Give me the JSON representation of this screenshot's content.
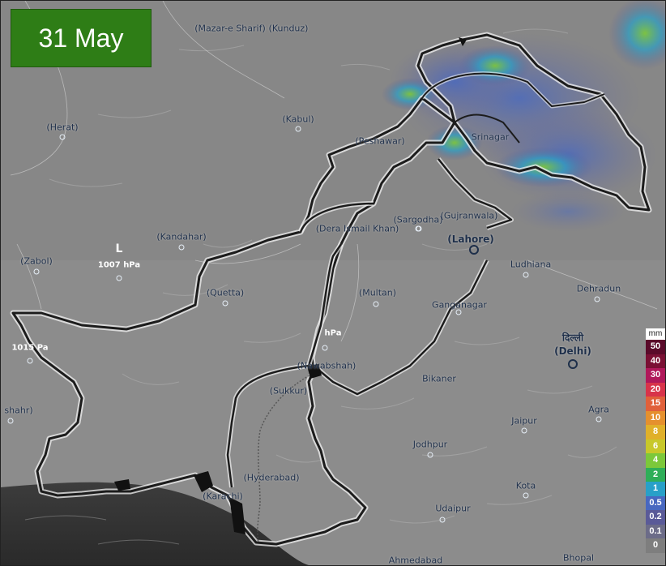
{
  "date_label": "31 May",
  "legend": {
    "unit": "mm",
    "items": [
      {
        "value": "50",
        "color": "#5a0a2a"
      },
      {
        "value": "40",
        "color": "#7a1034"
      },
      {
        "value": "30",
        "color": "#b0185a"
      },
      {
        "value": "20",
        "color": "#d8334a"
      },
      {
        "value": "15",
        "color": "#e0603a"
      },
      {
        "value": "10",
        "color": "#e5902e"
      },
      {
        "value": "8",
        "color": "#e0b02a"
      },
      {
        "value": "6",
        "color": "#c8c82a"
      },
      {
        "value": "4",
        "color": "#7cc83a"
      },
      {
        "value": "2",
        "color": "#2fae58"
      },
      {
        "value": "1",
        "color": "#28a0c8"
      },
      {
        "value": "0.5",
        "color": "#4868c0"
      },
      {
        "value": "0.2",
        "color": "#5a5a98"
      },
      {
        "value": "0.1",
        "color": "#6c6c88"
      },
      {
        "value": "0",
        "color": "#7e7e7e"
      }
    ]
  },
  "pressure": {
    "low_symbol": "L",
    "low_value": "1007 hPa",
    "west_value": "1015 Pa",
    "center_value": "hPa"
  },
  "places": [
    {
      "id": "mazar",
      "label": "(Mazar-e Sharif)"
    },
    {
      "id": "kunduz",
      "label": "(Kunduz)"
    },
    {
      "id": "herat",
      "label": "(Herat)"
    },
    {
      "id": "kabul",
      "label": "(Kabul)"
    },
    {
      "id": "peshawar",
      "label": "(Peshawar)"
    },
    {
      "id": "srinagar",
      "label": "Srinagar"
    },
    {
      "id": "kandahar",
      "label": "(Kandahar)"
    },
    {
      "id": "zabol",
      "label": "(Zabol)"
    },
    {
      "id": "dera",
      "label": "(Dera Ismail Khan)"
    },
    {
      "id": "sargodha",
      "label": "(Sargodha)"
    },
    {
      "id": "gujranwala",
      "label": "(Gujranwala)"
    },
    {
      "id": "lahore",
      "label": "(Lahore)"
    },
    {
      "id": "quetta",
      "label": "(Quetta)"
    },
    {
      "id": "multan",
      "label": "(Multan)"
    },
    {
      "id": "ludhiana",
      "label": "Ludhiana"
    },
    {
      "id": "dehradun",
      "label": "Dehradun"
    },
    {
      "id": "ganganagar",
      "label": "Ganganagar"
    },
    {
      "id": "delhi_hi",
      "label": "दिल्ली"
    },
    {
      "id": "delhi",
      "label": "(Delhi)"
    },
    {
      "id": "sukkur",
      "label": "(Sukkur)"
    },
    {
      "id": "bikaner",
      "label": "Bikaner"
    },
    {
      "id": "agra",
      "label": "Agra"
    },
    {
      "id": "jaipur",
      "label": "Jaipur"
    },
    {
      "id": "jodhpur",
      "label": "Jodhpur"
    },
    {
      "id": "hyderabad",
      "label": "(Hyderabad)"
    },
    {
      "id": "karachi",
      "label": "(Karachi)"
    },
    {
      "id": "kota",
      "label": "Kota"
    },
    {
      "id": "udaipur",
      "label": "Udaipur"
    },
    {
      "id": "ahmedabad",
      "label": "Ahmedabad"
    },
    {
      "id": "bhopal",
      "label": "Bhopal"
    },
    {
      "id": "nawabshah",
      "label": "(Nawabshah)"
    },
    {
      "id": "zahedan",
      "label": "shahr)"
    }
  ]
}
